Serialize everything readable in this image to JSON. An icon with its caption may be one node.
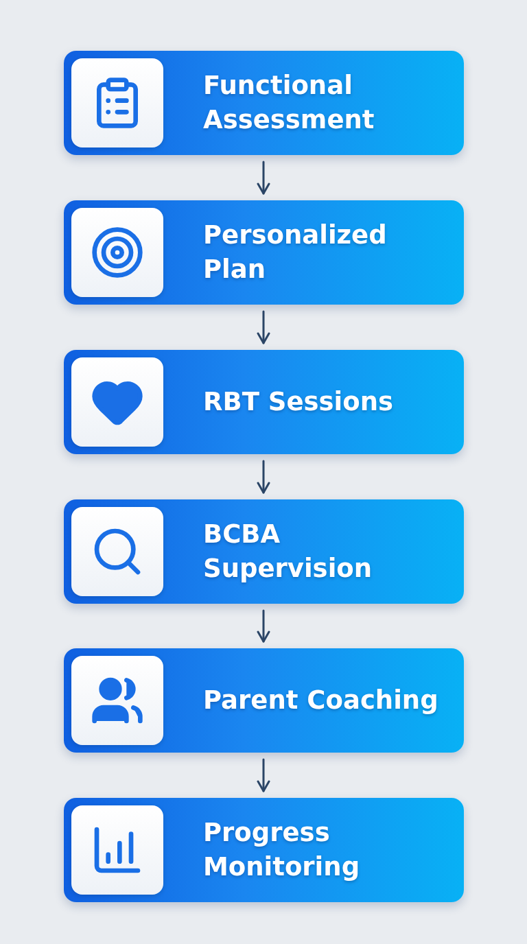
{
  "diagram": {
    "nodes": [
      {
        "text": [
          "Functional Assessment"
        ]
      },
      {
        "text": [
          "Personalized Plan"
        ]
      },
      {
        "text": [
          "RBT Sessions"
        ]
      },
      {
        "text": [
          "BCBA Supervision"
        ]
      },
      {
        "text": [
          "Parent Coaching"
        ]
      },
      {
        "text": [
          "Progress Monitoring"
        ]
      }
    ],
    "edges": [
      {
        "from": 0,
        "to": 1,
        "arrow": "to"
      },
      {
        "from": 1,
        "to": 2,
        "arrow": "to"
      },
      {
        "from": 2,
        "to": 3,
        "arrow": "to"
      },
      {
        "from": 3,
        "to": 4,
        "arrow": "to"
      },
      {
        "from": 4,
        "to": 5,
        "arrow": "to"
      }
    ]
  }
}
